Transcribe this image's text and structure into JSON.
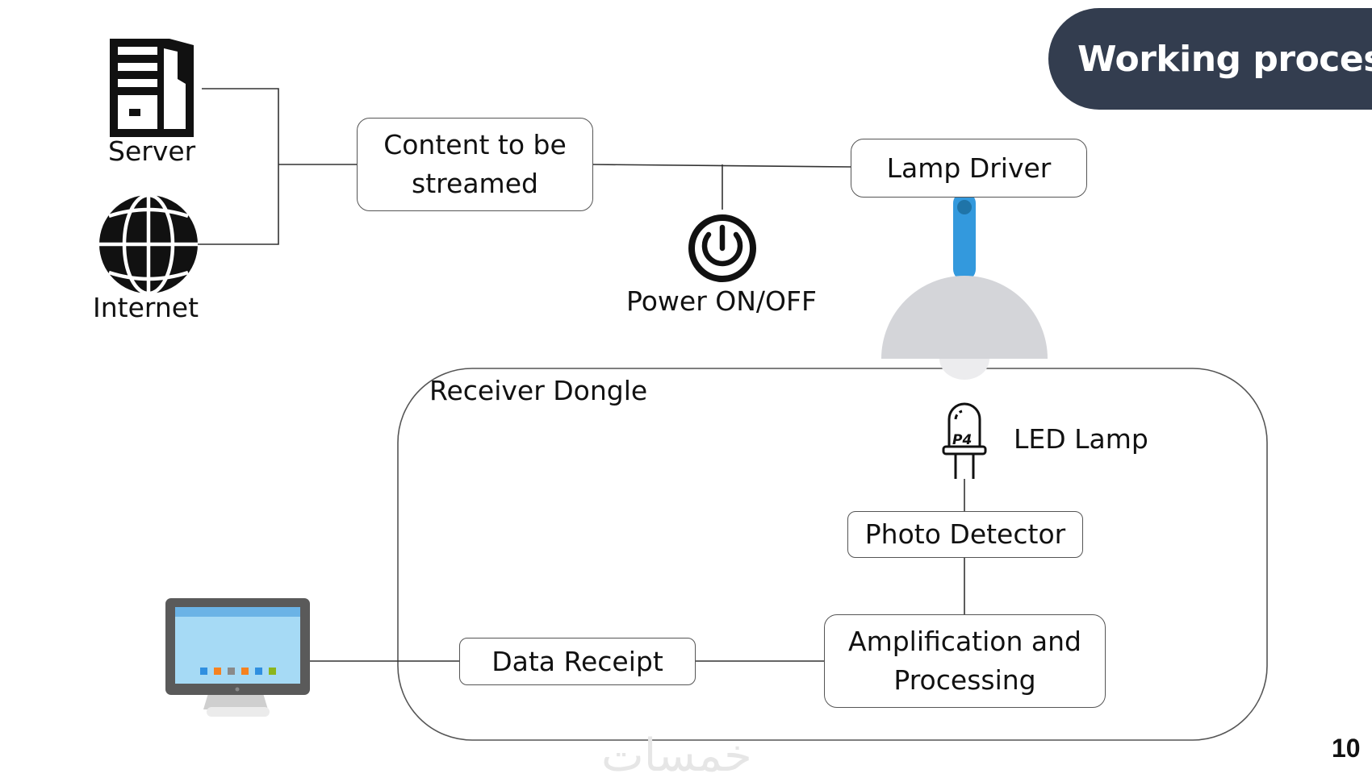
{
  "slide": {
    "title": "Working process",
    "page_number": "10",
    "watermark": "خمسات"
  },
  "colors": {
    "title_bg": "#333d4f",
    "title_text": "#ffffff",
    "lamp_stem": "#3399dd",
    "lamp_shade": "#d4d5d9",
    "monitor_frame": "#5a5a5a",
    "monitor_screen": "#a6daf5"
  },
  "sources": {
    "server": {
      "label": "Server",
      "icon": "server-icon"
    },
    "internet": {
      "label": "Internet",
      "icon": "globe-icon"
    }
  },
  "nodes": {
    "content": {
      "line1": "Content to be",
      "line2": "streamed"
    },
    "lamp_driver": "Lamp Driver",
    "power": {
      "label": "Power ON/OFF",
      "icon": "power-icon"
    },
    "lamp": {
      "icon": "ceiling-lamp-icon"
    },
    "receiver": {
      "title": "Receiver Dongle",
      "led": {
        "label": "LED Lamp",
        "icon": "led-icon"
      },
      "photo_detector": "Photo Detector",
      "amplification": {
        "line1": "Amplification and",
        "line2": "Processing"
      },
      "data_receipt": "Data Receipt"
    },
    "computer": {
      "icon": "monitor-icon"
    }
  },
  "monitor_dock_colors": [
    "#2f8fe0",
    "#f58220",
    "#8a8a8a",
    "#f58220",
    "#2f8fe0",
    "#8cb51d"
  ]
}
